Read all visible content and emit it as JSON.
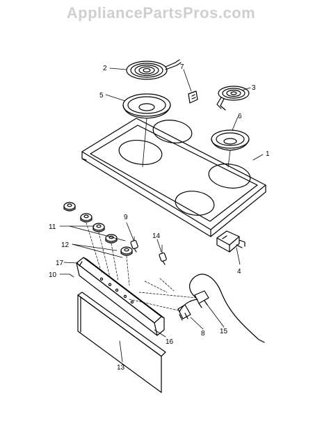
{
  "watermark": "AppliancePartsPros.com",
  "callouts": [
    "1",
    "2",
    "3",
    "4",
    "5",
    "6",
    "7",
    "8",
    "9",
    "10",
    "11",
    "12",
    "13",
    "14",
    "15",
    "16",
    "17"
  ],
  "colors": {
    "line": "#000000",
    "watermark": "#cfcfcf",
    "background": "#ffffff"
  }
}
